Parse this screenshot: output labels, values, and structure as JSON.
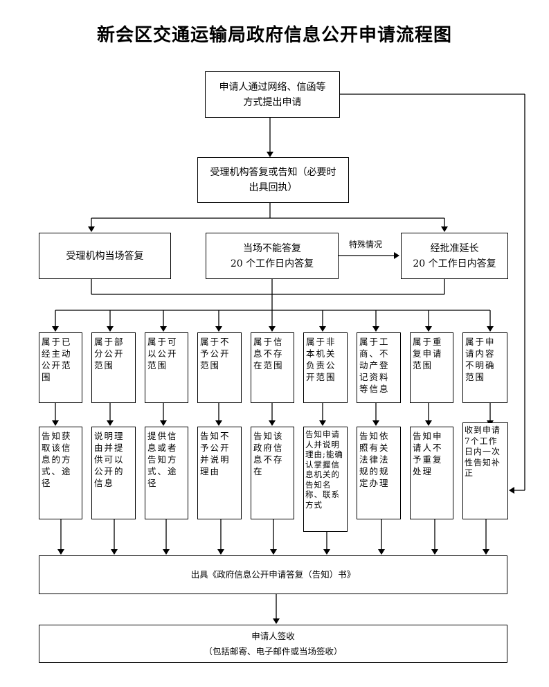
{
  "title": "新会区交通运输局政府信息公开申请流程图",
  "step1": "申请人通过网络、信函等\n方式提出申请",
  "step2": "受理机构答复或告知（必要时\n出具回执）",
  "branch_left": "受理机构当场答复",
  "branch_mid": "当场不能答复\n20 个工作日内答复",
  "branch_right": "经批准延长\n20 个工作日内答复",
  "special_label": "特殊情况",
  "categories": [
    "属于已经主动公开范围",
    "属于部分公开范围",
    "属于可以公开范围",
    "属于不予公开范围",
    "属于信息不存在范围",
    "属于非本机关负责公开范围",
    "属于工商、不动产登记资料等信息",
    "属于重复申请范围",
    "属于申请内容不明确范围"
  ],
  "responses": [
    "告知获取该信息的方式、途径",
    "说明理由并提供可以公开的信息",
    "提供信息或者告知方式、途径",
    "告知不予公开并说明理由",
    "告知该政府信息不存在",
    "告知申请人并说明理由;能确认掌握信息机关的告知名称、联系方式",
    "告知依照有关法律法规的规定办理",
    "告知申请人不予重复处理",
    "收到申请7个工作日内一次性告知补正"
  ],
  "output": "出具《政府信息公开申请答复（告知）书》",
  "final": "申请人签收\n（包括邮寄、电子邮件或当场签收）"
}
